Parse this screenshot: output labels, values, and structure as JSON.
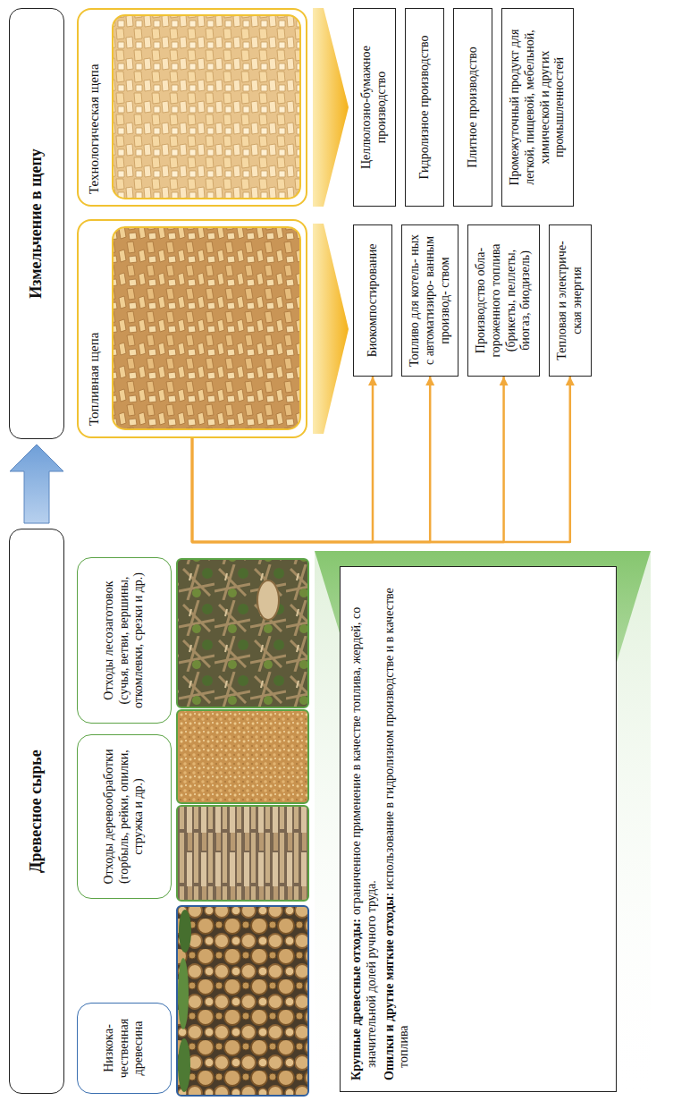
{
  "diagram": {
    "nodes": [
      {
        "text": [
          "Древесное сырье"
        ]
      },
      {
        "text": [
          "Низкока- чественная древесина"
        ]
      },
      {
        "text": [
          "Отходы деревообработки (горбыль, рейки, опилки, стружка и др.)"
        ]
      },
      {
        "text": [
          "Отходы лесозаготовок (сучья, ветви, вершины, откомлевки, срезки и др.)"
        ]
      },
      {
        "text": [
          "Крупные древесные отходы:",
          "ограниченное применение в качестве топлива, жердей, со значительной долей ручного труда.",
          "Опилки и другие мягкие отходы",
          ": использование в гидролизном производстве и в качестве топлива"
        ]
      },
      {
        "text": [
          "Измельчение в щепу"
        ]
      },
      {
        "text": [
          "Топливная щепа"
        ]
      },
      {
        "text": [
          "Технологическая щепа"
        ]
      },
      {
        "text": [
          "Биокомпостирование"
        ]
      },
      {
        "text": [
          "Топливо для котель- ных с автоматизиро- ванным производ- ством"
        ]
      },
      {
        "text": [
          "Производство обла- гороженного топлива (брикеты, пеллеты, биогаз, биодизель)"
        ]
      },
      {
        "text": [
          "Тепловая и электриче- ская энергия"
        ]
      },
      {
        "text": [
          "Целлюлозно-бумажное производство"
        ]
      },
      {
        "text": [
          "Гидролизное производство"
        ]
      },
      {
        "text": [
          "Плитное производство"
        ]
      },
      {
        "text": [
          "Промежуточный продукт для легкой, пищевой, мебельной, химической и других промышленностей"
        ]
      }
    ],
    "edges": [
      {
        "from": 0,
        "to": 5,
        "arrow": "to"
      },
      {
        "from": 6,
        "to": 8,
        "arrow": "to"
      },
      {
        "from": 6,
        "to": 9,
        "arrow": "to"
      },
      {
        "from": 6,
        "to": 10,
        "arrow": "to"
      },
      {
        "from": 6,
        "to": 11,
        "arrow": "to"
      }
    ]
  }
}
